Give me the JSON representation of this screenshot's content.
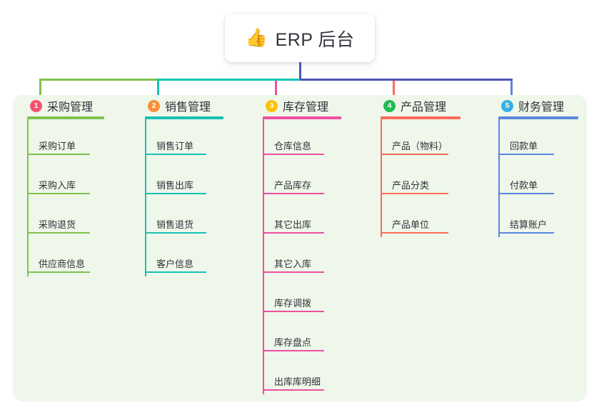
{
  "root": {
    "icon": "thumbs-up-icon",
    "emoji": "👍",
    "title": "ERP 后台"
  },
  "colors": {
    "canvas": "#ffffff",
    "panel_bg": "#eef7ea",
    "root_stem": "#4c55b5",
    "text": "#303238",
    "col1": "#7ec24f",
    "col2": "#16c3b4",
    "col3": "#ef4fa0",
    "col4": "#fb6a5b",
    "col5": "#5b86e0",
    "badge1": "#f4516c",
    "badge2": "#f79038",
    "badge3": "#ffc107",
    "badge4": "#22bb55",
    "badge5": "#36b0e8"
  },
  "columns": [
    {
      "number": "1",
      "title": "采购管理",
      "line_color": "#7ec24f",
      "badge_color": "#f4516c",
      "items": [
        "采购订单",
        "采购入库",
        "采购退货",
        "供应商信息"
      ]
    },
    {
      "number": "2",
      "title": "销售管理",
      "line_color": "#16c3b4",
      "badge_color": "#f79038",
      "items": [
        "销售订单",
        "销售出库",
        "销售退货",
        "客户信息"
      ]
    },
    {
      "number": "3",
      "title": "库存管理",
      "line_color": "#ef4fa0",
      "badge_color": "#ffc107",
      "items": [
        "仓库信息",
        "产品库存",
        "其它出库",
        "其它入库",
        "库存调拨",
        "库存盘点",
        "出库库明细"
      ]
    },
    {
      "number": "4",
      "title": "产品管理",
      "line_color": "#fb6a5b",
      "badge_color": "#22bb55",
      "items": [
        "产品（物料）",
        "产品分类",
        "产品单位"
      ]
    },
    {
      "number": "5",
      "title": "财务管理",
      "line_color": "#5b86e0",
      "badge_color": "#36b0e8",
      "items": [
        "回款单",
        "付款单",
        "结算账户"
      ]
    }
  ],
  "layout": {
    "column_x": [
      38,
      203,
      368,
      533,
      698
    ],
    "column_rule_width": [
      108,
      110,
      110,
      112,
      112
    ],
    "leaf_rule_width": [
      88,
      86,
      86,
      95,
      78
    ]
  }
}
